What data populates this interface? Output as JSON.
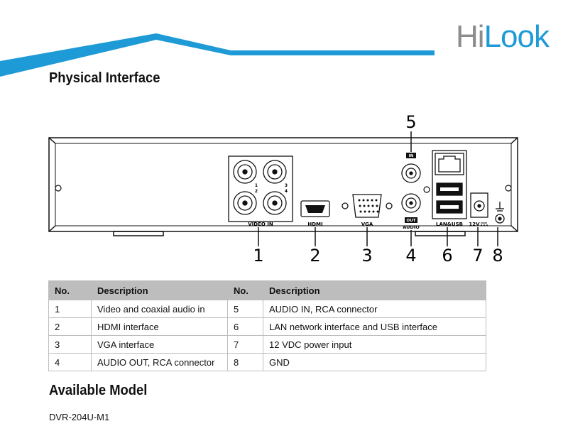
{
  "header": {
    "logo_hi": "Hi",
    "logo_look": "Look",
    "brand_colors": {
      "blue": "#1e9bd7",
      "gray": "#8c8c8c"
    }
  },
  "physical": {
    "title": "Physical Interface",
    "callouts": [
      "5",
      "1",
      "2",
      "3",
      "4",
      "6",
      "7",
      "8"
    ],
    "panel_labels": {
      "video_in": "VIDEO IN",
      "hdmi": "HDMI",
      "vga": "VGA",
      "audio_in": "IN",
      "audio_out": "OUT",
      "audio": "AUDIO",
      "lan_usb": "LAN&USB",
      "power": "12V",
      "ch1": "1",
      "ch2": "2",
      "ch3": "3",
      "ch4": "4"
    }
  },
  "table": {
    "headers": [
      "No.",
      "Description",
      "No.",
      "Description"
    ],
    "rows": [
      [
        "1",
        "Video and coaxial audio in",
        "5",
        "AUDIO IN, RCA connector"
      ],
      [
        "2",
        "HDMI interface",
        "6",
        "LAN network interface and USB interface"
      ],
      [
        "3",
        "VGA interface",
        "7",
        "12 VDC power input"
      ],
      [
        "4",
        "AUDIO OUT, RCA connector",
        "8",
        "GND"
      ]
    ]
  },
  "available": {
    "title": "Available Model",
    "model": "DVR-204U-M1"
  }
}
